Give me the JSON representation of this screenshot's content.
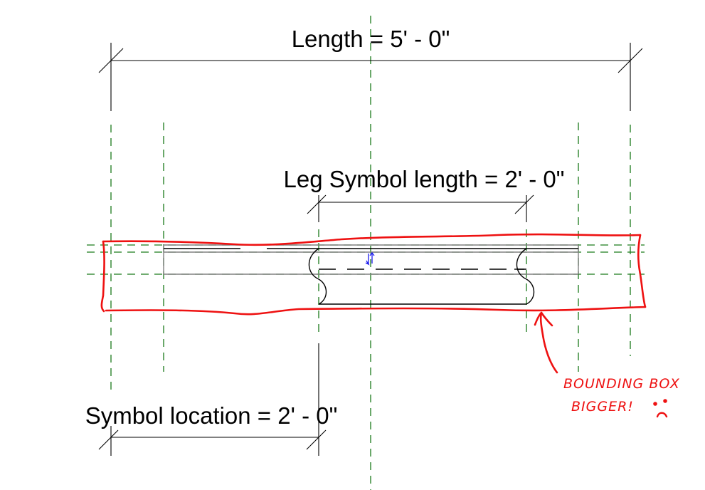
{
  "dimensions": {
    "length": {
      "label": "Length = 5' - 0\""
    },
    "leg_symbol_length": {
      "label": "Leg Symbol length = 2' - 0\""
    },
    "symbol_location": {
      "label": "Symbol location = 2' - 0\""
    }
  },
  "annotation": {
    "line1": "BOUNDING BOX",
    "line2": "BIGGER!",
    "emoticon": ":("
  },
  "colors": {
    "reference_plane": "#1a7a1a",
    "annotation": "#ee1111",
    "dimension": "#000000",
    "geometry_edge": "#808080",
    "flip_control": "#1a1aee"
  },
  "icons": {
    "flip_control": "double-arrow-flip-icon"
  }
}
